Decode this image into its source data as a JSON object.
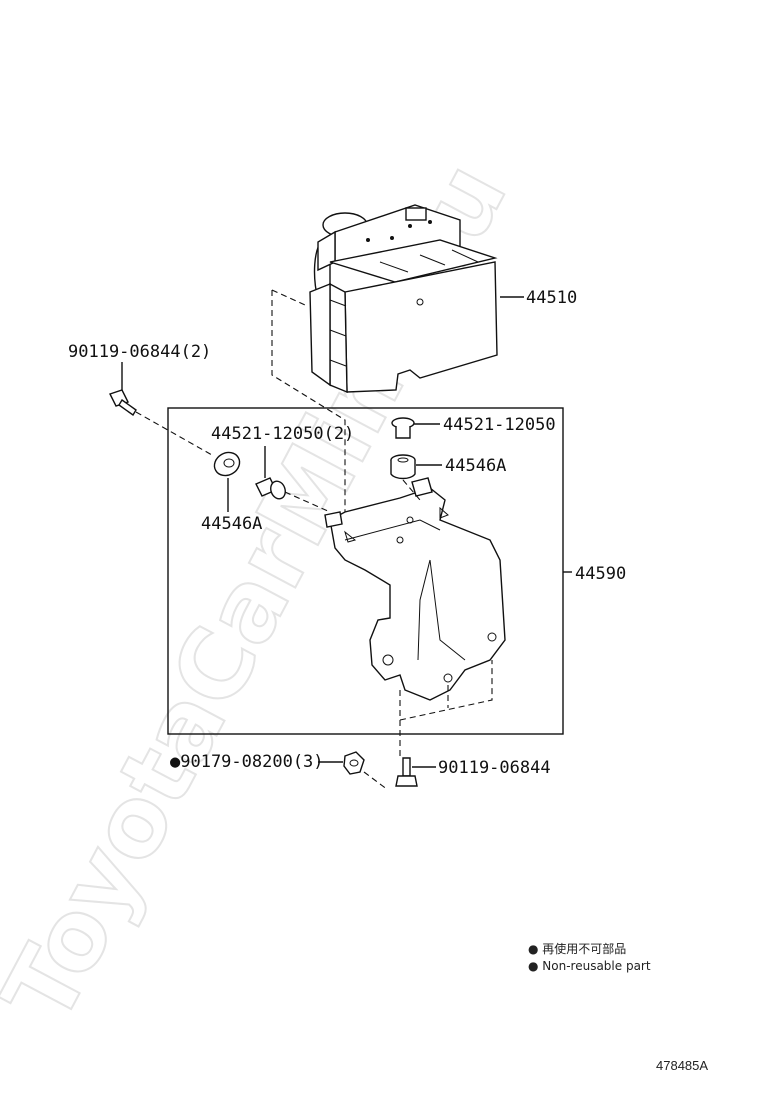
{
  "watermark": "ToyotaCarMine.ru",
  "labels": {
    "actuator": "44510",
    "bolt_left": "90119-06844(2)",
    "bolt_top": "44521-12050(2)",
    "bolt_top_right": "44521-12050",
    "cushion_right": "44546A",
    "cushion_left": "44546A",
    "bracket": "44590",
    "nut": "●90179-08200(3)",
    "bolt_bottom": "90119-06844"
  },
  "legend": {
    "line_jp": "● 再使用不可部品",
    "line_en": "● Non-reusable part"
  },
  "diagram_code": "478485A",
  "colors": {
    "ink": "#111111",
    "watermark": "#e4e4e4",
    "background": "#ffffff"
  }
}
